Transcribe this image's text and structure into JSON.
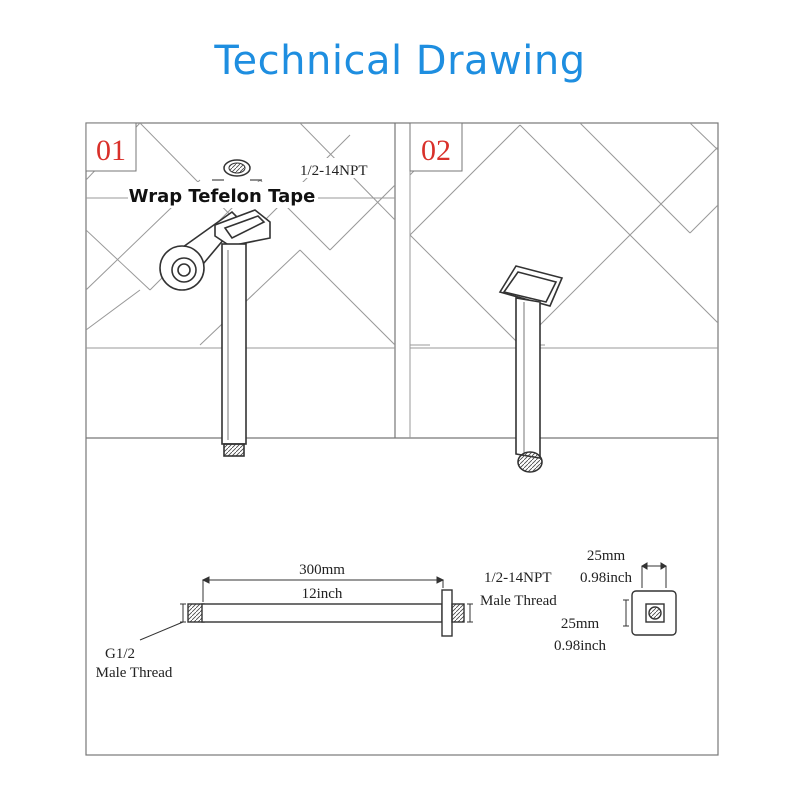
{
  "title": "Technical Drawing",
  "panel1": {
    "number": "01",
    "thread_label": "1/2-14NPT",
    "tape_label": "Wrap Tefelon Tape"
  },
  "panel2": {
    "number": "02"
  },
  "dimensions": {
    "length_mm": "300mm",
    "length_inch": "12inch",
    "top_thread_label": "1/2-14NPT",
    "top_thread_type": "Male Thread",
    "bottom_thread_label": "G1/2",
    "bottom_thread_type": "Male Thread",
    "width_mm": "25mm",
    "width_inch": "0.98inch",
    "height_mm": "25mm",
    "height_inch": "0.98inch"
  }
}
